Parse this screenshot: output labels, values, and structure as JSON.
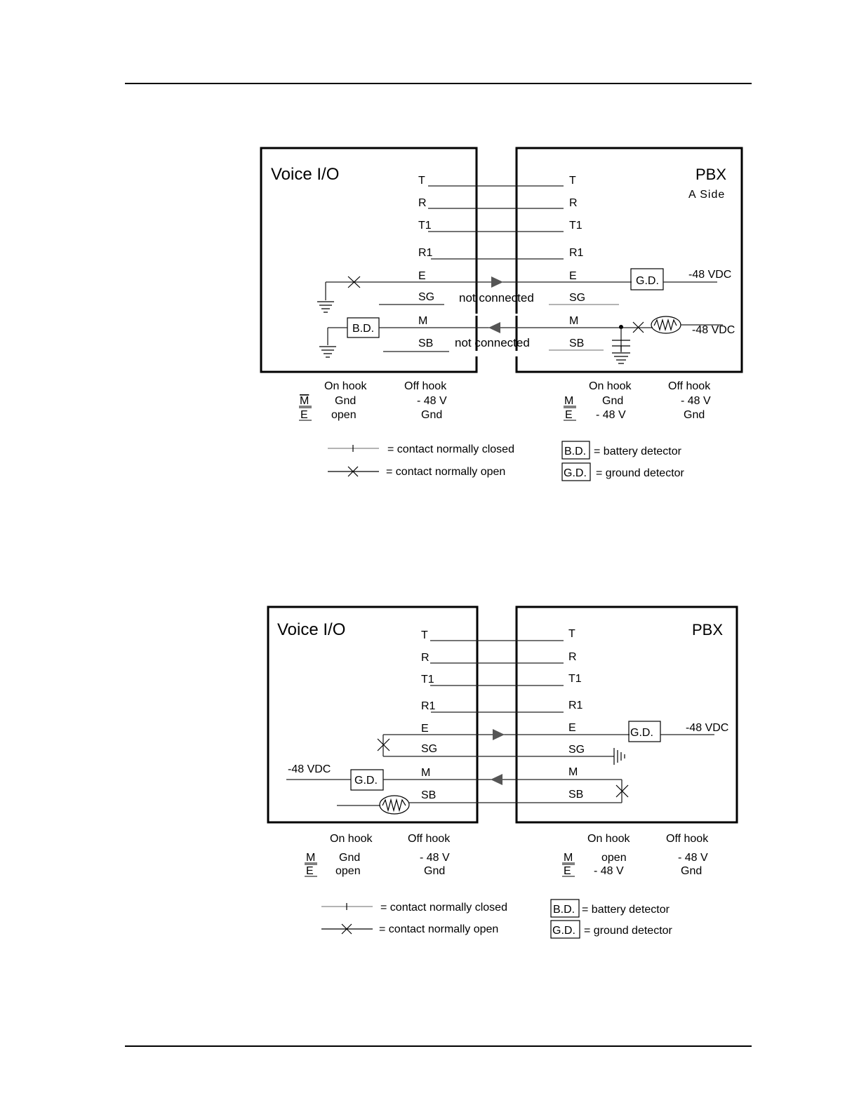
{
  "fig1": {
    "voice_title": "Voice I/O",
    "pbx_title": "PBX",
    "pbx_subtitle": "A Side",
    "left_leads": [
      "T",
      "R",
      "T1",
      "R1",
      "E",
      "SG",
      "M",
      "SB"
    ],
    "right_leads": [
      "T",
      "R",
      "T1",
      "R1",
      "E",
      "SG",
      "M",
      "SB"
    ],
    "nc1": "not connected",
    "nc2": "not connected",
    "vdc1": "-48 VDC",
    "vdc2": "-48 VDC",
    "bd": "B.D.",
    "gd": "G.D.",
    "tbl_left": {
      "on_hook": "On hook",
      "off_hook": "Off hook",
      "m": "M",
      "m_on": "Gnd",
      "m_off": "- 48 V",
      "e": "E",
      "e_on": "open",
      "e_off": "Gnd"
    },
    "tbl_right": {
      "on_hook": "On hook",
      "off_hook": "Off hook",
      "m": "M",
      "m_on": "Gnd",
      "m_off": "- 48 V",
      "e": "E",
      "e_on": "- 48 V",
      "e_off": "Gnd"
    },
    "legend": {
      "closed": "= contact normally closed",
      "open": "= contact normally open",
      "bd_box": "B.D.",
      "bd_text": "= battery detector",
      "gd_box": "G.D.",
      "gd_text": "= ground detector"
    }
  },
  "fig2": {
    "voice_title": "Voice I/O",
    "pbx_title": "PBX",
    "left_leads": [
      "T",
      "R",
      "T1",
      "R1",
      "E",
      "SG",
      "M",
      "SB"
    ],
    "right_leads": [
      "T",
      "R",
      "T1",
      "R1",
      "E",
      "SG",
      "M",
      "SB"
    ],
    "vdc_left": "-48 VDC",
    "vdc_right": "-48 VDC",
    "gd_left": "G.D.",
    "gd_right": "G.D.",
    "tbl_left": {
      "on_hook": "On hook",
      "off_hook": "Off hook",
      "m": "M",
      "m_on": "Gnd",
      "m_off": "- 48 V",
      "e": "E",
      "e_on": "open",
      "e_off": "Gnd"
    },
    "tbl_right": {
      "on_hook": "On hook",
      "off_hook": "Off hook",
      "m": "M",
      "m_on": "open",
      "m_off": "- 48 V",
      "e": "E",
      "e_on": "- 48 V",
      "e_off": "Gnd"
    },
    "legend": {
      "closed": "= contact normally closed",
      "open": "= contact normally open",
      "bd_box": "B.D.",
      "bd_text": "= battery detector",
      "gd_box": "G.D.",
      "gd_text": "= ground detector"
    }
  }
}
